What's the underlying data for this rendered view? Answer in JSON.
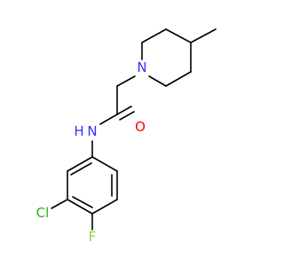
{
  "molecule": {
    "atoms": {
      "n_piperidine": {
        "symbol": "N",
        "color": "#3030ff"
      },
      "n_amide": {
        "symbol": "N",
        "color": "#3030ff"
      },
      "h_amide": {
        "symbol": "H",
        "color": "#3030ff"
      },
      "o_carbonyl": {
        "symbol": "O",
        "color": "#ff0000"
      },
      "cl": {
        "symbol": "Cl",
        "color": "#1fb31f"
      },
      "f": {
        "symbol": "F",
        "color": "#8fd63a"
      }
    },
    "bond_color": "#000000"
  }
}
